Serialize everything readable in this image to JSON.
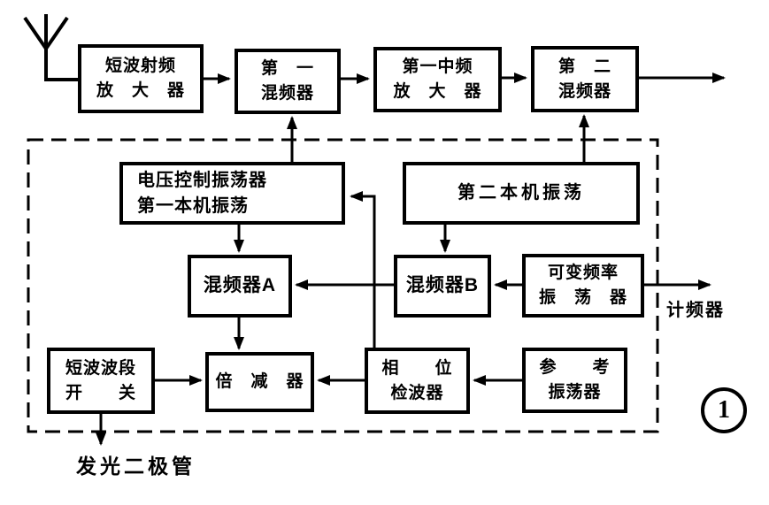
{
  "figure": {
    "number": "1"
  },
  "colors": {
    "ink": "#000000",
    "background": "#ffffff"
  },
  "blocks": {
    "rf_amp": {
      "line1": "短波射频",
      "line2": "放　大　器"
    },
    "mixer1": {
      "line1": "第　一",
      "line2": "混频器"
    },
    "if_amp": {
      "line1": "第一中频",
      "line2": "放　大　器"
    },
    "mixer2": {
      "line1": "第　二",
      "line2": "混频器"
    },
    "vco": {
      "line1": "电压控制振荡器",
      "line2": "第一本机振荡"
    },
    "local_osc2": {
      "line1": "第二本机振荡"
    },
    "mixer_a": {
      "line1": "混频器A"
    },
    "mixer_b": {
      "line1": "混频器B"
    },
    "var_freq_osc": {
      "line1": "可变频率",
      "line2": "振　荡　器"
    },
    "band_switch": {
      "line1": "短波波段",
      "line2": "开　　关"
    },
    "divider": {
      "line1": "倍　减　器"
    },
    "phase_det": {
      "line1": "相　　位",
      "line2": "检波器"
    },
    "ref_osc": {
      "line1": "参　　考",
      "line2": "振荡器"
    }
  },
  "labels": {
    "freq_counter": "计频器",
    "led": "发光二极管"
  },
  "icons": {
    "antenna": "antenna-icon"
  }
}
